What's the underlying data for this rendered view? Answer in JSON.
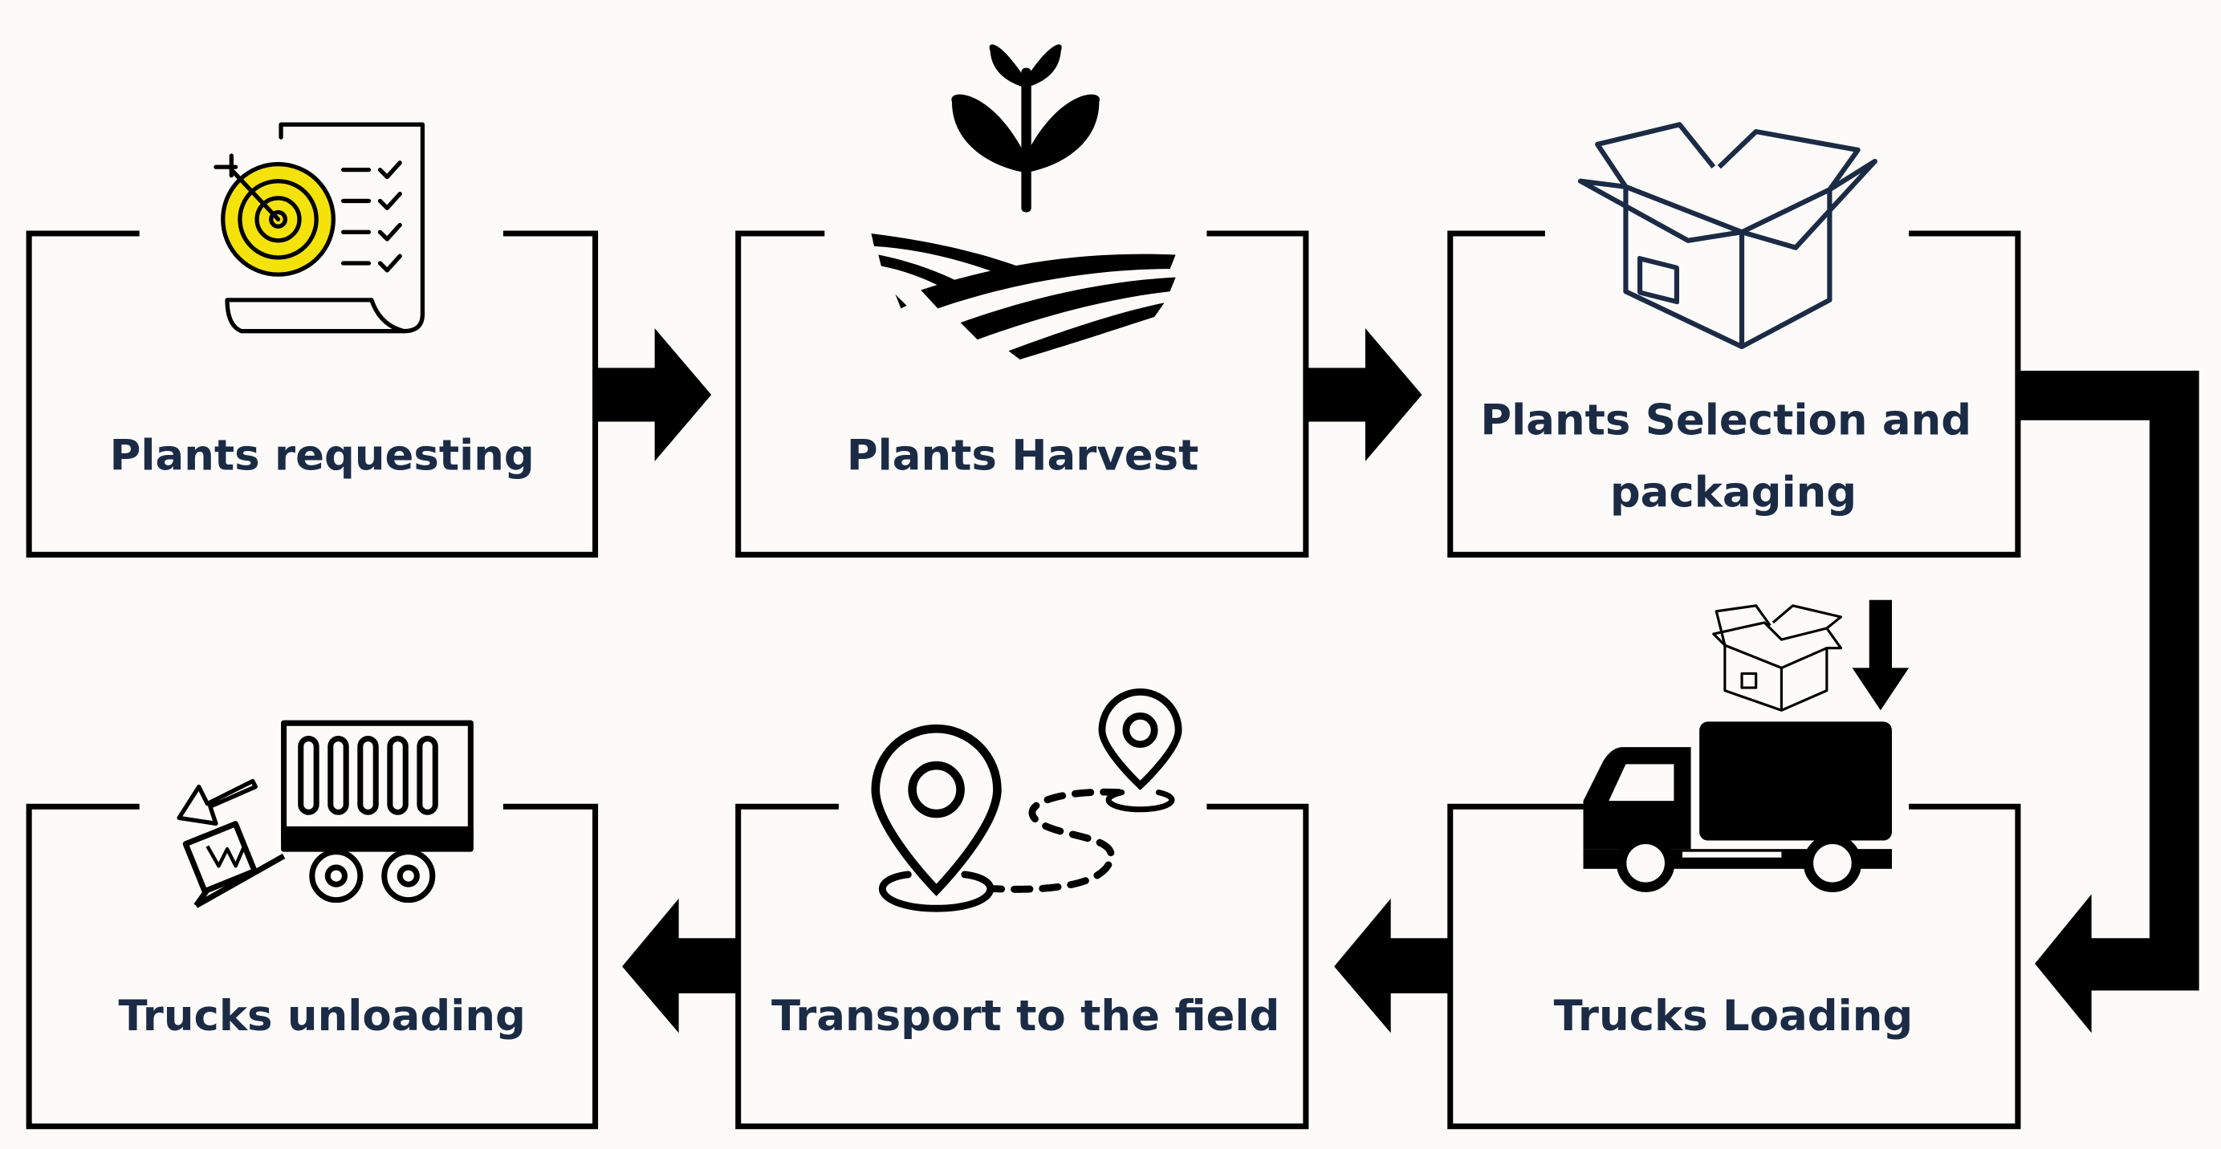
{
  "steps": [
    {
      "label_lines": [
        "Plants requesting"
      ],
      "icon": "target-checklist-icon"
    },
    {
      "label_lines": [
        "Plants Harvest"
      ],
      "icon": "sprout-field-icon"
    },
    {
      "label_lines": [
        "Plants Selection and",
        "packaging"
      ],
      "icon": "open-box-icon"
    },
    {
      "label_lines": [
        "Trucks Loading"
      ],
      "icon": "truck-loading-icon"
    },
    {
      "label_lines": [
        "Transport to the field"
      ],
      "icon": "route-pins-icon"
    },
    {
      "label_lines": [
        "Trucks unloading"
      ],
      "icon": "truck-unloading-icon"
    }
  ],
  "colors": {
    "frame": "#000000",
    "text": "#1c2b45",
    "accent": "#f4e20b",
    "background": "#fcfbf9"
  }
}
